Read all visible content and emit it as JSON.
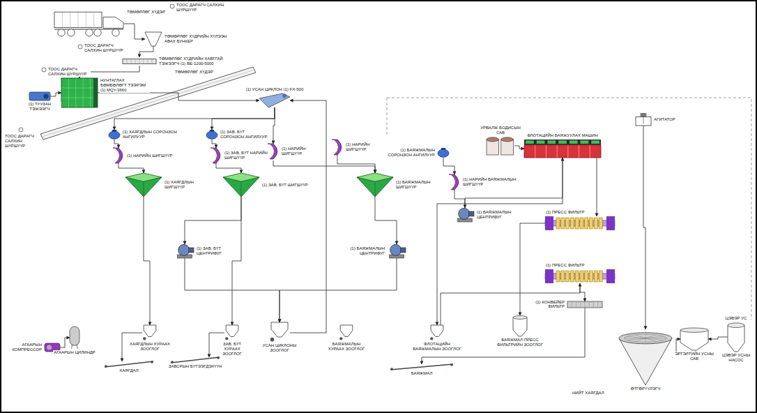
{
  "diagram": {
    "nodes": [
      {
        "text": [
          "ТӨМӨРЛӨГ ХҮДЭР"
        ]
      },
      {
        "text": [
          "ТӨМӨРЛӨГ ХҮДРИЙН ХҮЛЭЭН АВАХ БУНКЕР"
        ]
      },
      {
        "text": [
          "ТӨМӨРЛӨГ ХҮДРИЙН ХАВТГАЙ ТЭЖЭЭГЧ (1) ВЕ-1200-5000"
        ]
      },
      {
        "text": [
          "НУНТАГЛАХ БӨМБӨЛӨГТ ТЭЭРЭМ (1) МQY-3660"
        ]
      },
      {
        "text": [
          "(1) ТУУЗАН ТЭЖЭЭГЧ"
        ]
      },
      {
        "text": [
          "(1) УСАН ЦИКЛОН (1) FX-500"
        ]
      },
      {
        "text": [
          "(1) ХАЯГДЛЫН СОРОНЗОН АНГИЛУУР"
        ]
      },
      {
        "text": [
          "(1) ЗАВ. БҮТ СОРОНЗОН АНГИЛУУР"
        ]
      },
      {
        "text": [
          "(1) НАРИЙН ШИГШҮҮР"
        ]
      },
      {
        "text": [
          "(1) ЗАВ. БҮТ НАРИЙН ШИГШҮҮР"
        ]
      },
      {
        "text": [
          "(1) НАРИЙН ШИГШҮҮР"
        ]
      },
      {
        "text": [
          "(1) НАРИЙН ШИГШҮҮР"
        ]
      },
      {
        "text": [
          "(1) ХАЯГДЛЫН ШИГШҮҮР"
        ]
      },
      {
        "text": [
          "(1) ЗАВ. БҮТ ШИГШҮҮР"
        ]
      },
      {
        "text": [
          "(1) БАЯЖМАЛЫН ШИГШҮҮР"
        ]
      },
      {
        "text": [
          "(1) БАЯЖМАЛЫН СОРОНЗОН АНГИЛУУР"
        ]
      },
      {
        "text": [
          "(1) НАРИЙН БАЯЖМАЛЫН ШИГШҮҮР"
        ]
      },
      {
        "text": [
          "(1) БАЯЖМАЛЫН ЦЕНТРИФУГ"
        ]
      },
      {
        "text": [
          "(1) ЗАВ. БҮТ ЦЕНТРИФУГ"
        ]
      },
      {
        "text": [
          "(1) БАЯЖМАЛЫН ЦЕНТРИФУГ"
        ]
      },
      {
        "text": [
          "УРВАЛЖ БОДИСЫН САВ"
        ]
      },
      {
        "text": [
          "ФЛОТАЦИЙН БАЯЖУУЛАХ МАШИН"
        ]
      },
      {
        "text": [
          "АГИТАТОР"
        ]
      },
      {
        "text": [
          "(1) ПРЕСС ФИЛЬТР"
        ]
      },
      {
        "text": [
          "(1) ПРЕСС ФИЛЬТР"
        ]
      },
      {
        "text": [
          "(1) КОНВЕЙЕР ФИЛЬТР"
        ]
      },
      {
        "text": [
          "ӨТГӨРҮҮЛЭГЧ"
        ]
      },
      {
        "text": [
          "ЭРГЭЛТИЙН УСНЫ САВ"
        ]
      },
      {
        "text": [
          "ЦЭВЭР УС",
          "ЦЭВЭР УСНЫ НАСОС"
        ]
      },
      {
        "text": [
          "АГААРЫН КОМПРЕССОР"
        ]
      },
      {
        "text": [
          "АГААРЫН ЦИЛИНДР"
        ]
      },
      {
        "text": [
          "ХАЯГДЛЫН ХУРААХ ЗООГЛОГ"
        ]
      },
      {
        "text": [
          "ЗАВ. БҮТ ХУРААХ ЗООГЛОГ"
        ]
      },
      {
        "text": [
          "УСАН ЦИКЛОНЫ ЗООГЛОГ"
        ]
      },
      {
        "text": [
          "БАЯЖМАЛЫН ХУРААХ ЗООГЛОГ"
        ]
      },
      {
        "text": [
          "ФЛОТАЦИЙН БАЯЖМАЛЫН ЗООГЛОГ"
        ]
      },
      {
        "text": [
          "БАЯЖМАЛ ПРЕСС ФИЛЬТРИЙН ЗООГЛОГ"
        ]
      },
      {
        "text": [
          "ХАЯГДАЛ"
        ]
      },
      {
        "text": [
          "ЗАВСРЫН БҮТЭЭГДЭХҮҮН"
        ]
      },
      {
        "text": [
          "БАЯЖМАЛ"
        ]
      }
    ],
    "edges": [
      {
        "from": 0,
        "to": 1,
        "arrow": "to"
      },
      {
        "from": 1,
        "to": 2,
        "arrow": "to"
      },
      {
        "from": 2,
        "to": 3,
        "arrow": "to"
      },
      {
        "from": 4,
        "to": 3,
        "arrow": "to"
      },
      {
        "from": 3,
        "to": 5,
        "arrow": "to"
      },
      {
        "from": 5,
        "to": 6,
        "arrow": "to"
      },
      {
        "from": 5,
        "to": 7,
        "arrow": "to"
      },
      {
        "from": 5,
        "to": 10,
        "arrow": "to"
      },
      {
        "from": 6,
        "to": 8,
        "arrow": "to"
      },
      {
        "from": 7,
        "to": 9,
        "arrow": "to"
      },
      {
        "from": 8,
        "to": 12,
        "arrow": "to"
      },
      {
        "from": 9,
        "to": 13,
        "arrow": "to"
      },
      {
        "from": 10,
        "to": 14,
        "arrow": "to"
      },
      {
        "from": 11,
        "to": 14,
        "arrow": "to"
      },
      {
        "from": 12,
        "to": 31,
        "arrow": "to"
      },
      {
        "from": 13,
        "to": 32,
        "arrow": "to"
      },
      {
        "from": 13,
        "to": 18,
        "arrow": "to"
      },
      {
        "from": 14,
        "to": 19,
        "arrow": "to"
      },
      {
        "from": 15,
        "to": 16,
        "arrow": "to"
      },
      {
        "from": 16,
        "to": 17,
        "arrow": "to"
      },
      {
        "from": 17,
        "to": 21,
        "arrow": "to"
      },
      {
        "from": 20,
        "to": 21,
        "arrow": "to"
      },
      {
        "from": 21,
        "to": 23,
        "arrow": "to"
      },
      {
        "from": 21,
        "to": 35,
        "arrow": "to"
      },
      {
        "from": 35,
        "to": 24,
        "arrow": "to"
      },
      {
        "from": 23,
        "to": 36,
        "arrow": "to"
      },
      {
        "from": 24,
        "to": 25,
        "arrow": "to"
      },
      {
        "from": 25,
        "to": 39,
        "arrow": "to"
      },
      {
        "from": 22,
        "to": 26,
        "arrow": "to"
      },
      {
        "from": 26,
        "to": 27,
        "arrow": "to"
      },
      {
        "from": 28,
        "to": 27,
        "arrow": "to"
      },
      {
        "from": 29,
        "to": 30,
        "arrow": "to"
      },
      {
        "from": 31,
        "to": 37,
        "arrow": "to"
      },
      {
        "from": 32,
        "to": 38,
        "arrow": "to"
      },
      {
        "from": 33,
        "to": 5,
        "arrow": "to"
      },
      {
        "from": 19,
        "to": 33,
        "arrow": "to"
      },
      {
        "from": 18,
        "to": 33,
        "arrow": "to"
      }
    ],
    "labels": [
      "ТООС ДАРАГЧ САЛХИН ШҮРШҮҮР",
      "ТООС ДАРАГЧ САЛХИН ШҮРШҮҮР",
      "ТООС ДАРАГЧ САЛХИН ШҮРШҮҮР",
      "ТООС ДАРАГЧ САЛХИН ШҮРШҮҮР",
      "ТӨМӨРЛӨГ ХҮДЭР",
      "НИЙТ ХАЯГДАЛ"
    ]
  }
}
